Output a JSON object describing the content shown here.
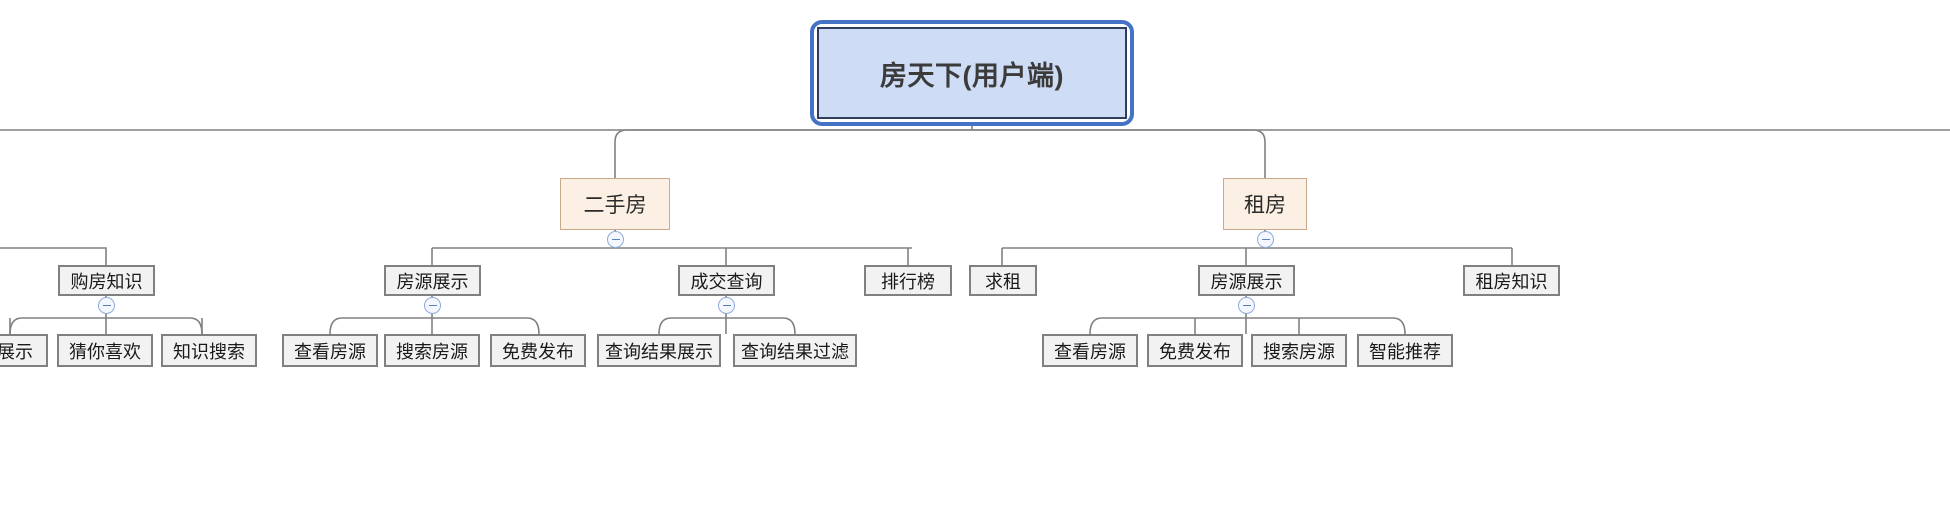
{
  "diagram": {
    "type": "mindmap-tree",
    "title": "房天下(用户端)",
    "colors": {
      "root_fill": "#CEDCF5",
      "root_border": "#4472C4",
      "root_inner_border": "#2F3E5E",
      "category_fill": "#FCF0E5",
      "category_border": "#C9A98C",
      "node_fill": "#F2F2F2",
      "node_border": "#808080",
      "link": "#808080",
      "toggle_border": "#8FAADC",
      "toggle_glyph": "#5B7FC0"
    },
    "root": {
      "label": "房天下(用户端)"
    },
    "categories": [
      {
        "label": "二手房",
        "collapse_icon": "minus-circle-icon"
      },
      {
        "label": "租房",
        "collapse_icon": "minus-circle-icon"
      }
    ],
    "level2": [
      {
        "label": "购房知识",
        "collapsible": true
      },
      {
        "label": "房源展示",
        "collapsible": true
      },
      {
        "label": "成交查询",
        "collapsible": true
      },
      {
        "label": "排行榜",
        "collapsible": false
      },
      {
        "label": "求租",
        "collapsible": false
      },
      {
        "label": "房源展示",
        "collapsible": true
      },
      {
        "label": "租房知识",
        "collapsible": false
      }
    ],
    "leaves": [
      {
        "label": "展示",
        "clipped": true
      },
      {
        "label": "猜你喜欢"
      },
      {
        "label": "知识搜索"
      },
      {
        "label": "查看房源"
      },
      {
        "label": "搜索房源"
      },
      {
        "label": "免费发布"
      },
      {
        "label": "查询结果展示"
      },
      {
        "label": "查询结果过滤"
      },
      {
        "label": "查看房源"
      },
      {
        "label": "免费发布"
      },
      {
        "label": "搜索房源"
      },
      {
        "label": "智能推荐"
      }
    ],
    "toggle_symbol": "−"
  }
}
